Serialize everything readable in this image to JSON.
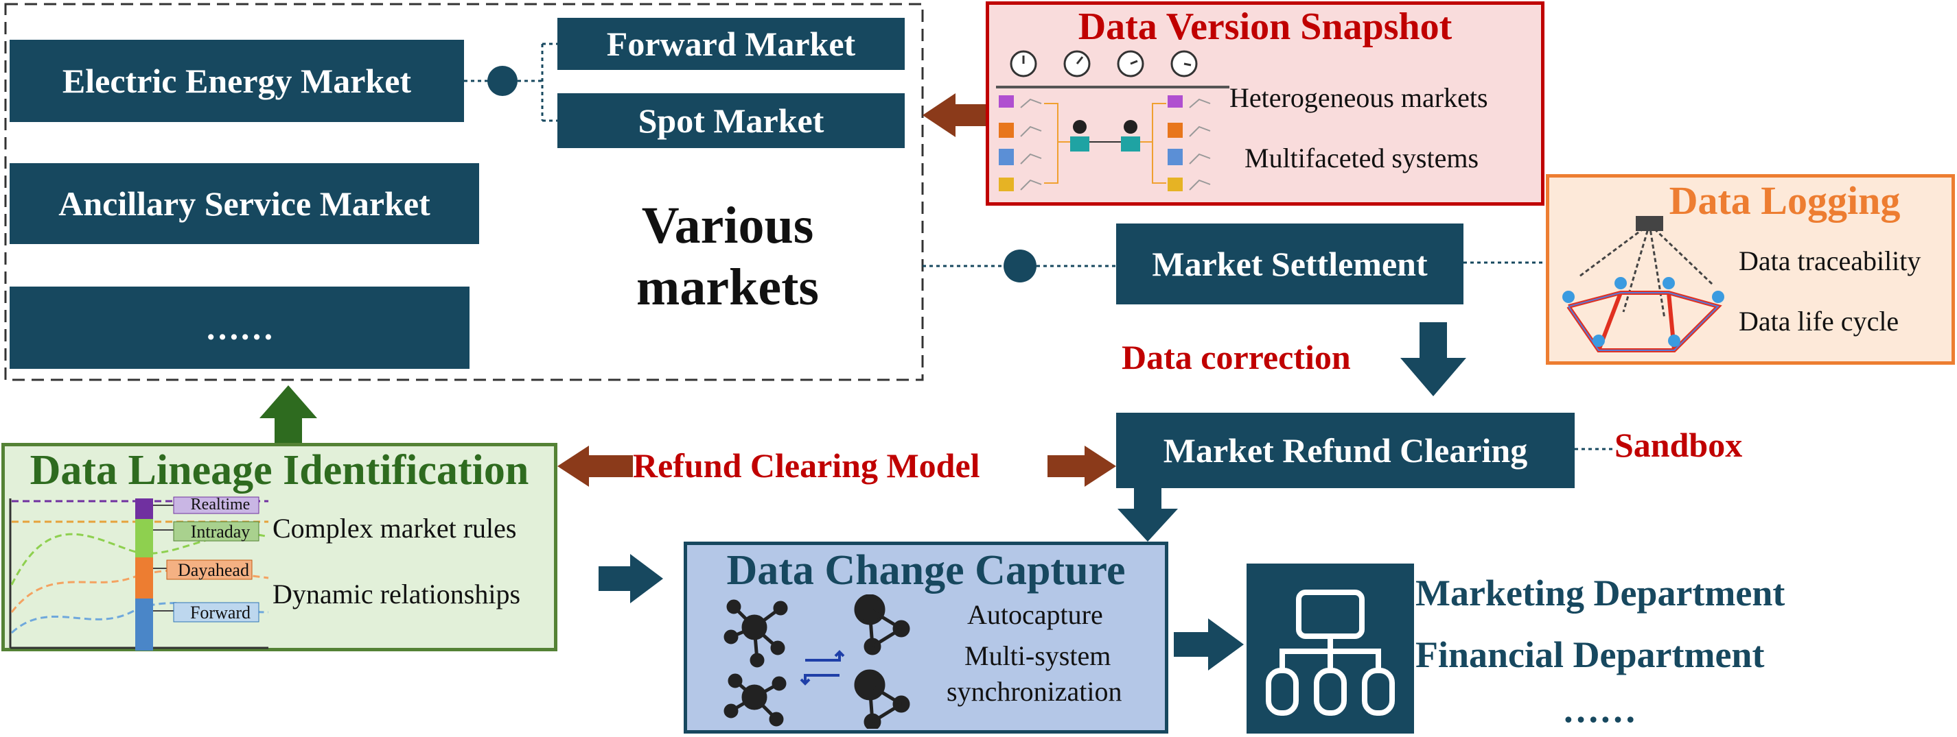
{
  "various_markets": {
    "title_line1": "Various",
    "title_line2": "markets",
    "electric_energy_market": "Electric Energy Market",
    "forward_market": "Forward Market",
    "spot_market": "Spot Market",
    "ancillary_service_market": "Ancillary Service Market",
    "more": "……"
  },
  "data_version_snapshot": {
    "title": "Data Version Snapshot",
    "items": [
      "Heterogeneous markets",
      "Multifaceted systems"
    ]
  },
  "data_logging": {
    "title": "Data Logging",
    "items": [
      "Data traceability",
      "Data life cycle"
    ]
  },
  "market_settlement": "Market Settlement",
  "data_correction": "Data correction",
  "market_refund_clearing": "Market Refund Clearing",
  "sandbox": "Sandbox",
  "refund_clearing_model": "Refund Clearing Model",
  "data_lineage": {
    "title": "Data Lineage Identification",
    "items": [
      "Complex market rules",
      "Dynamic relationships"
    ],
    "tags": [
      "Realtime",
      "Intraday",
      "Dayahead",
      "Forward"
    ]
  },
  "data_change_capture": {
    "title": "Data Change Capture",
    "items": [
      "Autocapture",
      "Multi-system",
      "synchronization"
    ]
  },
  "departments": [
    "Marketing Department",
    "Financial Department",
    "……"
  ],
  "colors": {
    "navy": "#17485f",
    "dark_red": "#c00000",
    "brown_arrow": "#8b3a1a",
    "green_arrow": "#2e6b1f",
    "snapshot_bg": "#f9dcdc",
    "snapshot_border": "#c00000",
    "logging_bg": "#fde9d9",
    "logging_border": "#ed7d31",
    "lineage_bg": "#e2f0d9",
    "lineage_border": "#548235",
    "capture_bg": "#b4c7e7"
  }
}
